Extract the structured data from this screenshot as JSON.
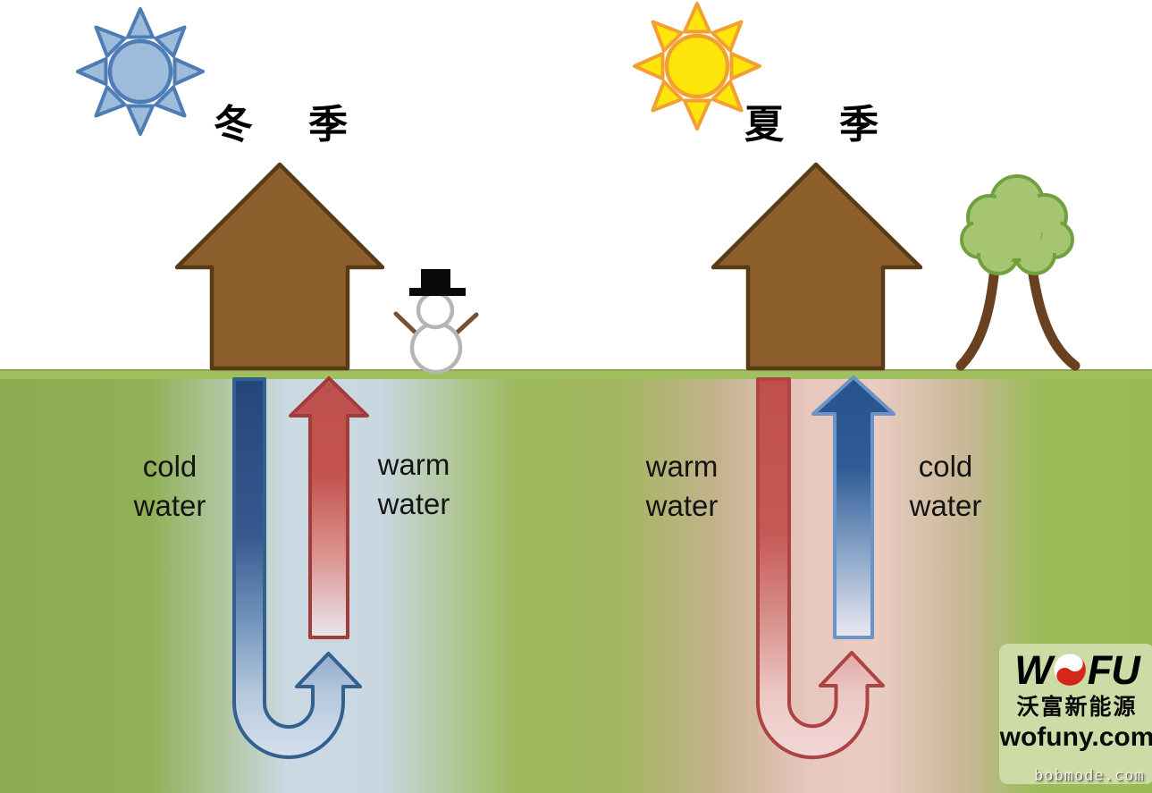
{
  "winter": {
    "season": [
      "冬",
      "季"
    ],
    "down_label": [
      "cold",
      "water"
    ],
    "up_label": [
      "warm",
      "water"
    ]
  },
  "summer": {
    "season": [
      "夏",
      "季"
    ],
    "down_label": [
      "warm",
      "water"
    ],
    "up_label": [
      "cold",
      "water"
    ]
  },
  "logo": {
    "prefix": "W",
    "suffix": "FU",
    "company": "沃富新能源",
    "site": "wofuny.com"
  },
  "watermark": "bobmode.com",
  "colors": {
    "cold_water_dark_blue": "#24477b",
    "warm_water_red": "#c0504d",
    "ground_green": "#8fae52",
    "ground_surface_green": "#a0bf5e",
    "ground_tan": "#c3b28b",
    "ground_pink_halo": "#e7c6bd",
    "ground_blue_halo": "#ccdae4",
    "house_brown": "#8c5f2c",
    "winter_sun_blue": "#9dbcdb",
    "summer_sun_yellow": "#ffe60a",
    "tree_green": "#a5c573",
    "trunk_brown": "#6a4120",
    "logo_red": "#d5261b"
  }
}
